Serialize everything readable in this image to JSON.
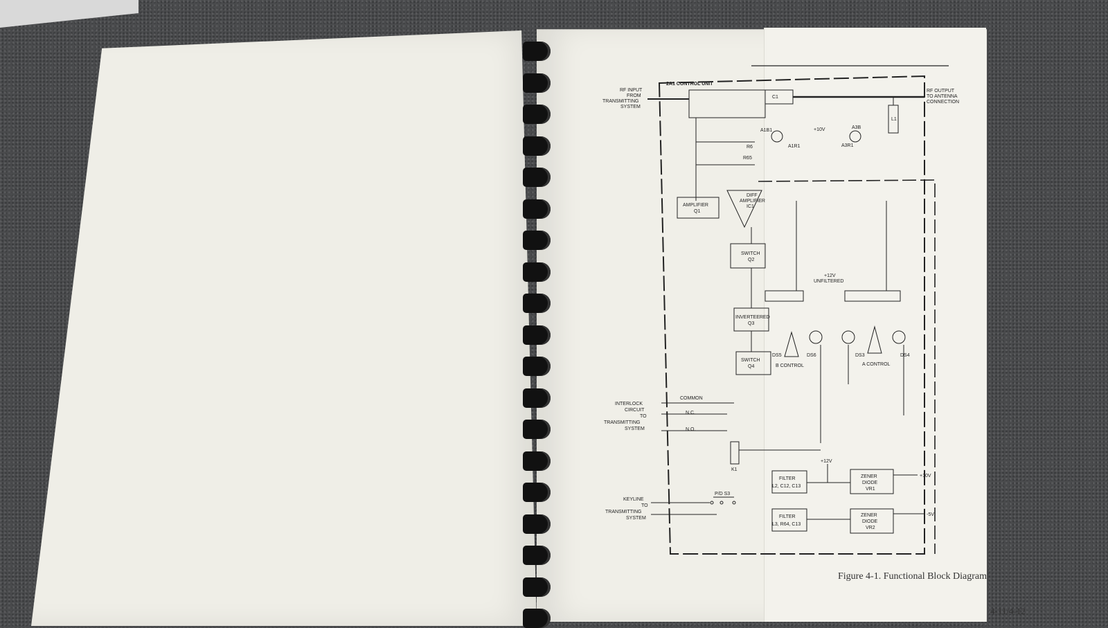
{
  "diagram": {
    "title": "2A1 CONTROL UNIT",
    "labels": {
      "rf_input": "RF INPUT",
      "rf_input_from": "FROM",
      "rf_input_transmitting": "TRANSMITTING",
      "rf_input_system": "SYSTEM",
      "rf_output": "RF OUTPUT",
      "rf_output_to": "TO ANTENNA",
      "rf_output_conn": "CONNECTION",
      "c1": "C1",
      "l1": "L1",
      "a1b1": "A1B1",
      "a1r1": "A1R1",
      "a3b": "A3B",
      "a3r1": "A3R1",
      "plus10v": "+10V",
      "r6": "R6",
      "r65": "R65",
      "amp_line1": "AMPLIFIER",
      "amp_line2": "Q1",
      "diff_line1": "DIFF",
      "diff_line2": "AMPLIFIER",
      "diff_line3": "IC1",
      "switch_q2_1": "SWITCH",
      "switch_q2_2": "Q2",
      "inverter_1": "INVERTEERED",
      "inverter_2": "Q3",
      "switch_q4_1": "SWITCH",
      "switch_q4_2": "Q4",
      "plus12v_unf": "+12V",
      "unfiltered": "UNFILTERED",
      "ds5": "DS5",
      "ds6": "DS6",
      "ds3": "DS3",
      "ds4": "DS4",
      "b_control": "B CONTROL",
      "a_control": "A CONTROL",
      "interlock1": "INTERLOCK",
      "interlock2": "CIRCUIT",
      "interlock3": "TO",
      "interlock4": "TRANSMITTING",
      "interlock5": "SYSTEM",
      "common": "COMMON",
      "nc": "N.C.",
      "no": "N.O.",
      "k1": "K1",
      "plus12v": "+12V",
      "filter1_1": "FILTER",
      "filter1_2": "L2, C12, C13",
      "filter2_1": "FILTER",
      "filter2_2": "L3, R64, C13",
      "zener1_1": "ZENER",
      "zener1_2": "DIODE",
      "zener1_3": "VR1",
      "zener2_1": "ZENER",
      "zener2_2": "DIODE",
      "zener2_3": "VR2",
      "plus10v_out": "+10V",
      "minus5v_out": "-5V",
      "keyline1": "KEYLINE",
      "keyline2": "TO",
      "keyline3": "TRANSMITTING",
      "keyline4": "SYSTEM",
      "pd_s3": "P/D S3"
    }
  },
  "caption": "Figure 4-1.  Functional Block Diagram",
  "page_number": "4-11/4-12"
}
